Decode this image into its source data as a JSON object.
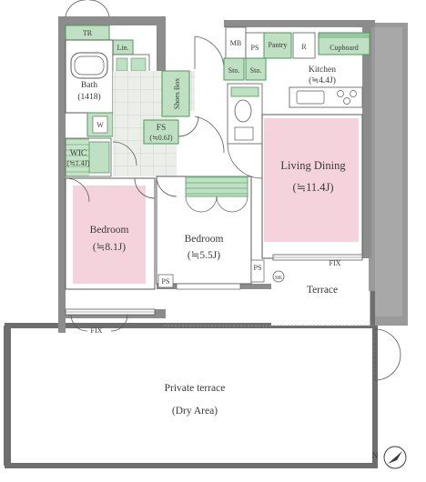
{
  "colors": {
    "wall": "#8c8c8c",
    "wall_dark": "#6e6e6e",
    "outline": "#5a5a5a",
    "pink": "#f4d3dc",
    "green": "#bfe0c2",
    "green_dark": "#4e9a5a",
    "tile": "#eceeea",
    "tile_line": "#c9cfc8",
    "terrace": "#ffffff",
    "text": "#3a3a3a"
  },
  "labels": {
    "tr": "TR",
    "lin": "Lin.",
    "mb": "MB",
    "ps_top": "PS",
    "pantry": "Pantry",
    "r": "R",
    "cupboard": "Cupboard",
    "bath": "Bath",
    "bath_size": "(1418)",
    "w": "W",
    "sto1": "Sto.",
    "sto2": "Sto.",
    "kitchen": "Kitchen",
    "kitchen_size": "(≒4.4J)",
    "shoes_box": "Shoes Box",
    "fs": "FS",
    "fs_size": "(≒0.6J)",
    "wic": "WIC",
    "wic_size": "(≒1.4J)",
    "living": "Living Dining",
    "living_size": "(≒11.4J)",
    "bedroom1": "Bedroom",
    "bedroom1_size": "(≒8.1J)",
    "bedroom2": "Bedroom",
    "bedroom2_size": "(≒5.5J)",
    "ps_mid": "PS",
    "ps_bottom": "PS",
    "sk": "SK",
    "fix_right": "FIX",
    "fix_bottom": "FIX",
    "terrace": "Terrace",
    "private_terrace": "Private terrace",
    "dry_area": "(Dry Area)",
    "north": "N"
  }
}
